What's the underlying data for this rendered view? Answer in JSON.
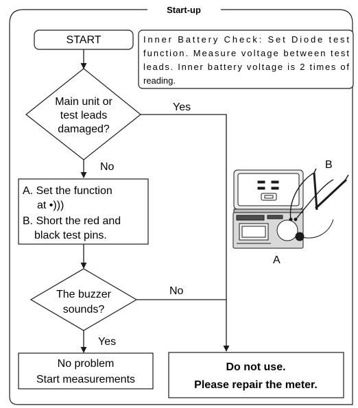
{
  "frame": {
    "title": "Start-up"
  },
  "start": {
    "label": "START"
  },
  "note": {
    "lines": [
      "Inner Battery Check: Set Diode test",
      "function. Measure voltage between test",
      "leads. Inner battery voltage is 2 times of",
      "reading."
    ]
  },
  "decision_damage": {
    "lines": [
      "Main unit or",
      "test leads",
      "damaged?"
    ]
  },
  "yes_label_1": "Yes",
  "no_label_1": "No",
  "instructions": {
    "lines": [
      "A. Set the function",
      "at •)))",
      "B. Short the red and",
      "black test pins."
    ]
  },
  "decision_buzzer": {
    "lines": [
      "The buzzer",
      "sounds?"
    ]
  },
  "no_label_2": "No",
  "yes_label_2": "Yes",
  "ok_box": {
    "lines": [
      "No problem",
      "Start measurements"
    ]
  },
  "stop_box": {
    "lines": [
      "Do not use.",
      "Please repair the meter."
    ]
  },
  "illustration": {
    "label_a": "A",
    "label_b": "B"
  }
}
